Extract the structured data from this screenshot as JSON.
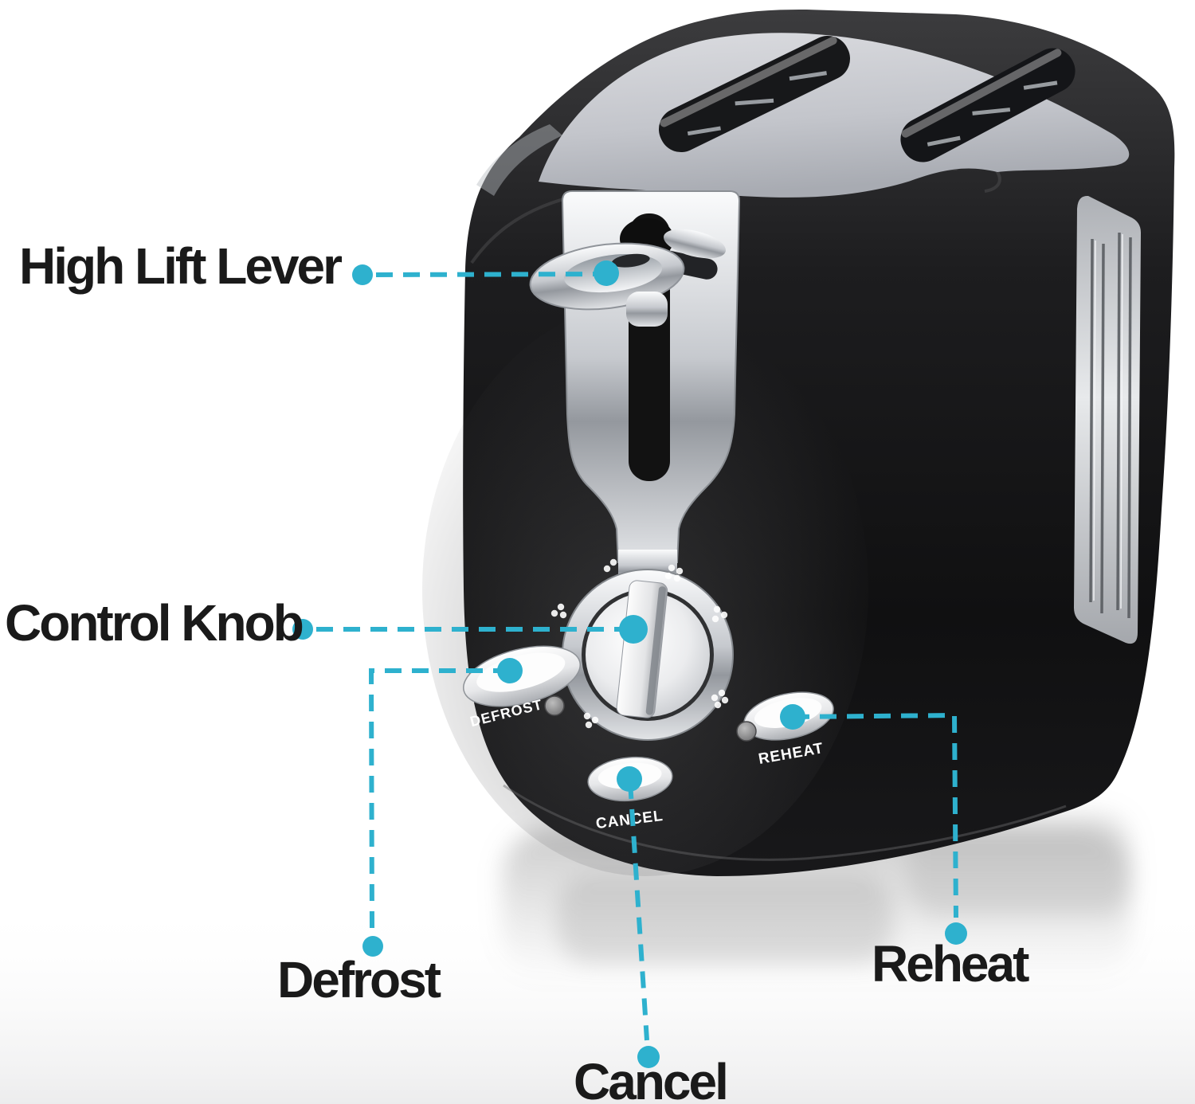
{
  "figure": {
    "type": "annotated product diagram",
    "subject": "2-slice toaster, black body with chrome accents",
    "background_color": "#ffffff",
    "accent_color": "#2eb1ce",
    "label_color": "#1a1a1a"
  },
  "callouts": {
    "high_lift_lever": {
      "label": "High Lift Lever",
      "points_to": "lift lever on front chrome panel"
    },
    "control_knob": {
      "label": "Control Knob",
      "points_to": "round browning control knob"
    },
    "defrost": {
      "label": "Defrost",
      "points_to": "DEFROST button"
    },
    "reheat": {
      "label": "Reheat",
      "points_to": "REHEAT button"
    },
    "cancel": {
      "label": "Cancel",
      "points_to": "CANCEL button"
    }
  },
  "device_captions": {
    "defrost": "DEFROST",
    "reheat": "REHEAT",
    "cancel": "CANCEL"
  }
}
